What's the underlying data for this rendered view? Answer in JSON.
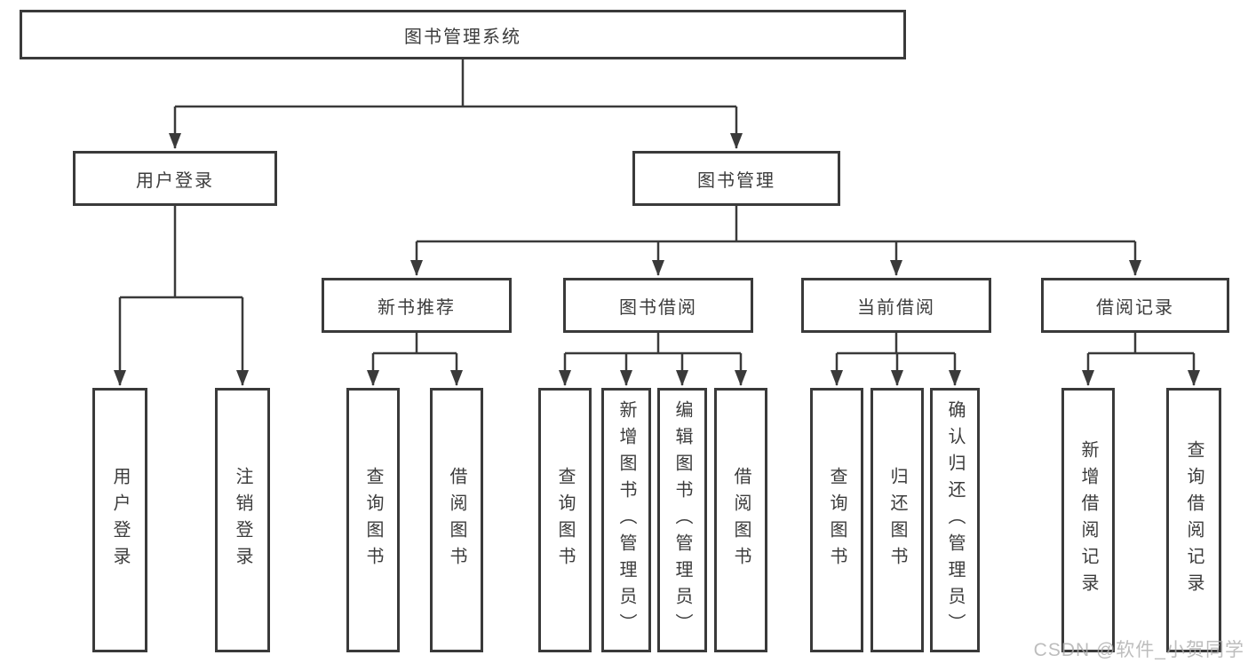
{
  "tree": {
    "label": "图书管理系统",
    "children": [
      {
        "label": "用户登录",
        "children": [
          {
            "label": "用户登录"
          },
          {
            "label": "注销登录"
          }
        ]
      },
      {
        "label": "图书管理",
        "children": [
          {
            "label": "新书推荐",
            "children": [
              {
                "label": "查询图书"
              },
              {
                "label": "借阅图书"
              }
            ]
          },
          {
            "label": "图书借阅",
            "children": [
              {
                "label": "查询图书"
              },
              {
                "label": "新增图书（管理员）"
              },
              {
                "label": "编辑图书（管理员）"
              },
              {
                "label": "借阅图书"
              }
            ]
          },
          {
            "label": "当前借阅",
            "children": [
              {
                "label": "查询图书"
              },
              {
                "label": "归还图书"
              },
              {
                "label": "确认归还（管理员）"
              }
            ]
          },
          {
            "label": "借阅记录",
            "children": [
              {
                "label": "新增借阅记录"
              },
              {
                "label": "查询借阅记录"
              }
            ]
          }
        ]
      }
    ]
  },
  "watermark": {
    "text": "CSDN @软件_小贺同学"
  },
  "style": {
    "line_color": "#3a3a3a",
    "box_background": "#ffffff",
    "text_color": "#3c3c3c",
    "watermark_color": "#acacac"
  }
}
